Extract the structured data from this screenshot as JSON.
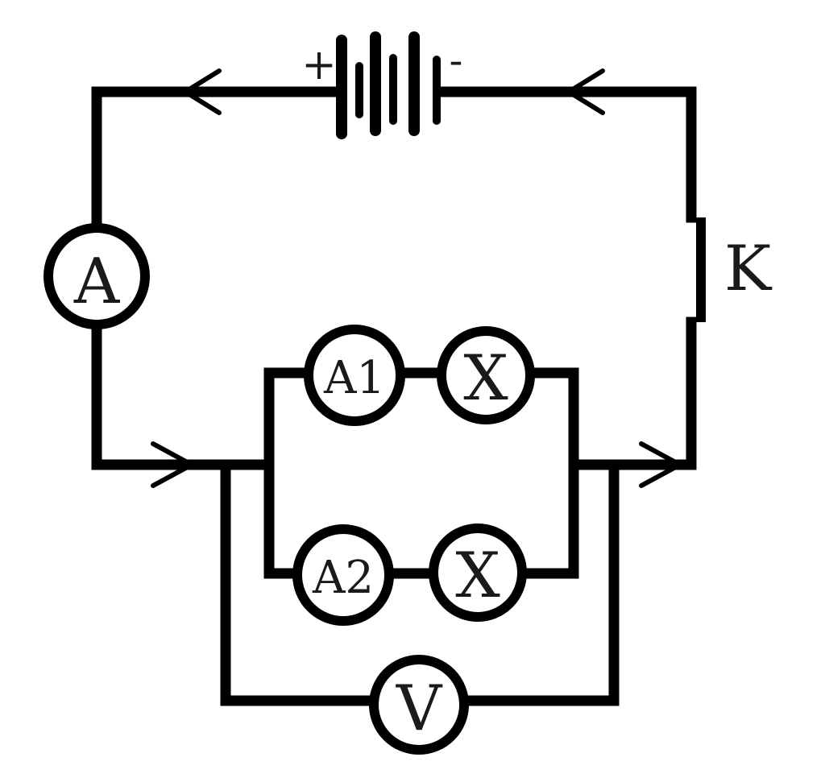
{
  "colors": {
    "wire": "#000000",
    "background": "#ffffff",
    "text": "#1a1a1a"
  },
  "battery": {
    "plus": "+",
    "minus": "-"
  },
  "meters": {
    "main_ammeter": "A",
    "ammeter_1": "A1",
    "ammeter_2": "A2",
    "lamp_1": "X",
    "lamp_2": "X",
    "voltmeter": "V"
  },
  "switch": {
    "label": "K"
  }
}
